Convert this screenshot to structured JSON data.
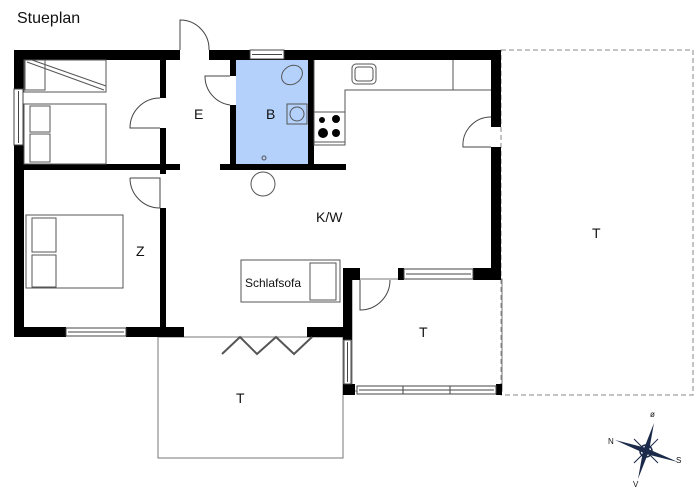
{
  "title": "Stueplan",
  "colors": {
    "wall": "#000000",
    "bathroom_fill": "#b3d1fb",
    "line": "#555555",
    "compass_dark": "#1b2a4a"
  },
  "rooms": {
    "entrance": "E",
    "bathroom": "B",
    "kitchen_living": "K/W",
    "bedroom": "Z",
    "sofa_bed": "Schlafsofa",
    "terrace_front": "T",
    "terrace_right": "T",
    "terrace_covered": "T"
  },
  "compass": {
    "north": "N",
    "east": "ø",
    "south": "S",
    "west": "V"
  }
}
